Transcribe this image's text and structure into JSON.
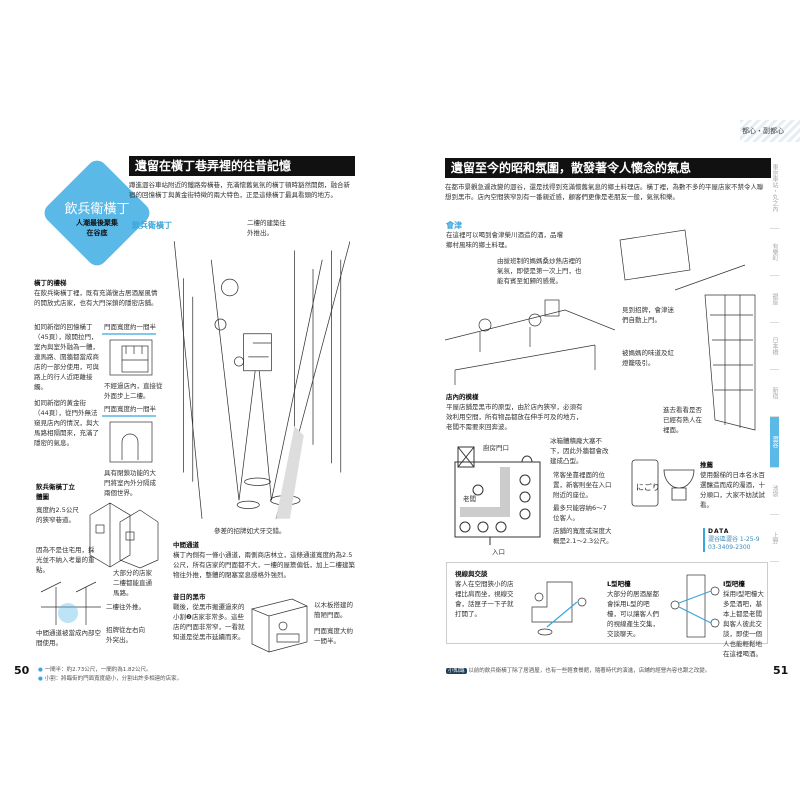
{
  "header": {
    "section": "都心・副都心"
  },
  "tabs": [
    {
      "label": "東京車站・丸之內"
    },
    {
      "label": "有樂町"
    },
    {
      "label": "銀座"
    },
    {
      "label": "日本橋"
    },
    {
      "label": "新宿"
    },
    {
      "label": "澀谷",
      "active": true
    },
    {
      "label": "池袋"
    },
    {
      "label": "上野"
    }
  ],
  "left": {
    "badge_title": "飲兵衛橫丁",
    "badge_sub1": "人潮最後聚集",
    "badge_sub2": "在谷底",
    "heading": "遺留在橫丁巷弄裡的往昔記憶",
    "intro": "蹲進澀谷車站附近的鐵路旁橫巷，充滿懷舊氣氛的橫丁頓時豁然開朗，融合新宿的回憶橫丁與黃金街特徵的兩大特色，正是這條橫丁最具看頭的地方。",
    "illus_label": "飲兵衛橫丁",
    "c_second_floor": "二樓的建築往外推出。",
    "s1_title": "橫丁的樓梯",
    "s1_text": "在飲兵衛橫丁裡，既有充滿復古居酒屋風情的開放式店家，也有大門深鎖的隱密店舖。",
    "s1_p2": "如同新宿的回憶橫丁（45頁），敞開拉門，室內與室外融為一體，連馬路、圍牆都當成商店的一部分使用，可與路上的行人近距離接觸。",
    "width1": "門面寬度約一間半",
    "c_stairs": "不經過店內，直接從外面步上二樓。",
    "width2": "門面寬度約一間半",
    "s1_p3": "如同新宿的黃金街（44頁），從門外無法窺見店內的情況，與大馬路相隔開來，充滿了隱密的氣息。",
    "c_door": "具有閉鎖功能的大門將室內外分隔成兩個世界。",
    "s2_title": "飲兵衛橫丁立體圖",
    "c_width25": "寬度約2.5公尺的狹窄巷道。",
    "c_light": "因為不是住宅用，採光並不納入考量的重點。",
    "c_direct": "大部分的店家二樓都能直通馬路。",
    "c_push": "二樓往外推。",
    "c_signs": "招牌從左右向外突出。",
    "c_inside": "中間通道被當成內部空間使用。",
    "c_signboards": "參差的招牌如犬牙交錯。",
    "s3_title": "中間通道",
    "s3_text": "橫丁內側有一條小通道，兩側商店林立，這條通道寬度約為2.5公尺，所有店家的門面都不大，一樓的屋簷偏低，加上二樓建築物往外推，整體的閉塞窒息感格外強烈。",
    "s4_title": "昔日的黑市",
    "s4_text": "戰後，從黑市搬遷過來的小割❷店家非常多。這些店的門面非常窄，一看就知道是從黑市延續而來。",
    "c_wood": "以木板搭建的簡陋門面。",
    "c_front": "門面寬度大約一間半。",
    "notes": [
      "一間半：約2.73公尺，一間約為1.82公尺。",
      "小割：將臨街的門面寬度縮小，分割出許多相連的店家。"
    ],
    "page_number": "50"
  },
  "right": {
    "heading": "遺留至今的昭和氛圍，散發著令人懷念的氣息",
    "intro": "在都市景觀急遽改變的澀谷，還是找得到充滿懷舊氣息的鄉土料理店。橫丁裡，為數不多的平屋店家不禁令人聯想到黑市。店內空間狹窄別有一番親近感，顧客們更像是老朋友一般，氣氛和樂。",
    "shop_name": "會津",
    "shop_text": "在這裡可以喝到會津榮川酒造的酒，品嚐鄉村風味的鄉土料理。",
    "c_mama": "由拔班制的媽媽桑炒熱店裡的氣氛，即使是第一次上門，也能有賓至如歸的感覺。",
    "c_sign": "見到招牌，會津迷們自動上門。",
    "c_taste": "被媽媽的味道及紅燈籠吸引。",
    "c_peek": "進去看看是否已經有熟人在裡面。",
    "s1_title": "店內的模樣",
    "s1_text": "平屋店舖是黑市的原型，由於店內狹窄，必須有效利用空間，所有物品都放在伸手可及的地方，老闆不需要來回奔波。",
    "plan_kitchen": "廚房門口",
    "plan_owner": "老闆",
    "plan_entrance": "入口",
    "c_fridge": "冰箱體積龐大塞不下，因此外牆都會改建成凸型。",
    "c_regular": "常客坐靠裡面的位置，新客則坐在入口附近的座位。",
    "c_capacity": "最多只能容納6～7位客人。",
    "c_size": "店舖的寬度或深度大概是2.1～2.3公尺。",
    "sake_label": "にごり",
    "rec_title": "推薦",
    "rec_text": "使用磐梯的日本名水百選釀造而成的濁酒，十分順口，大家不妨試試看。",
    "data_title": "DATA",
    "data_address": "澀谷區澀谷 1-25-9",
    "data_phone": "03-3409-2300",
    "box_title": "視線與交談",
    "box_text": "客人在空間狹小的店裡比肩而坐，視線交會，話匣子一下子就打開了。",
    "l_title": "L型吧檯",
    "l_text": "大部分的居酒屋都會採用L型的吧檯，可以讓客人們的視線產生交集，交談聊天。",
    "i_title": "I型吧檯",
    "i_text": "採用I型吧檯大多是酒吧，基本上都是老闆與客人彼此交談，即使一個人也能輕鬆地在這裡喝酒。",
    "tip_label": "小知識",
    "tip_text": "以前的飲兵衛橫丁除了居酒屋，也有一些輕食餐館，隨著時代的演進，店舖的經營內容也跟之改變。",
    "page_number": "51"
  },
  "colors": {
    "accent": "#5bb9e8",
    "heading_bg": "#111111"
  }
}
